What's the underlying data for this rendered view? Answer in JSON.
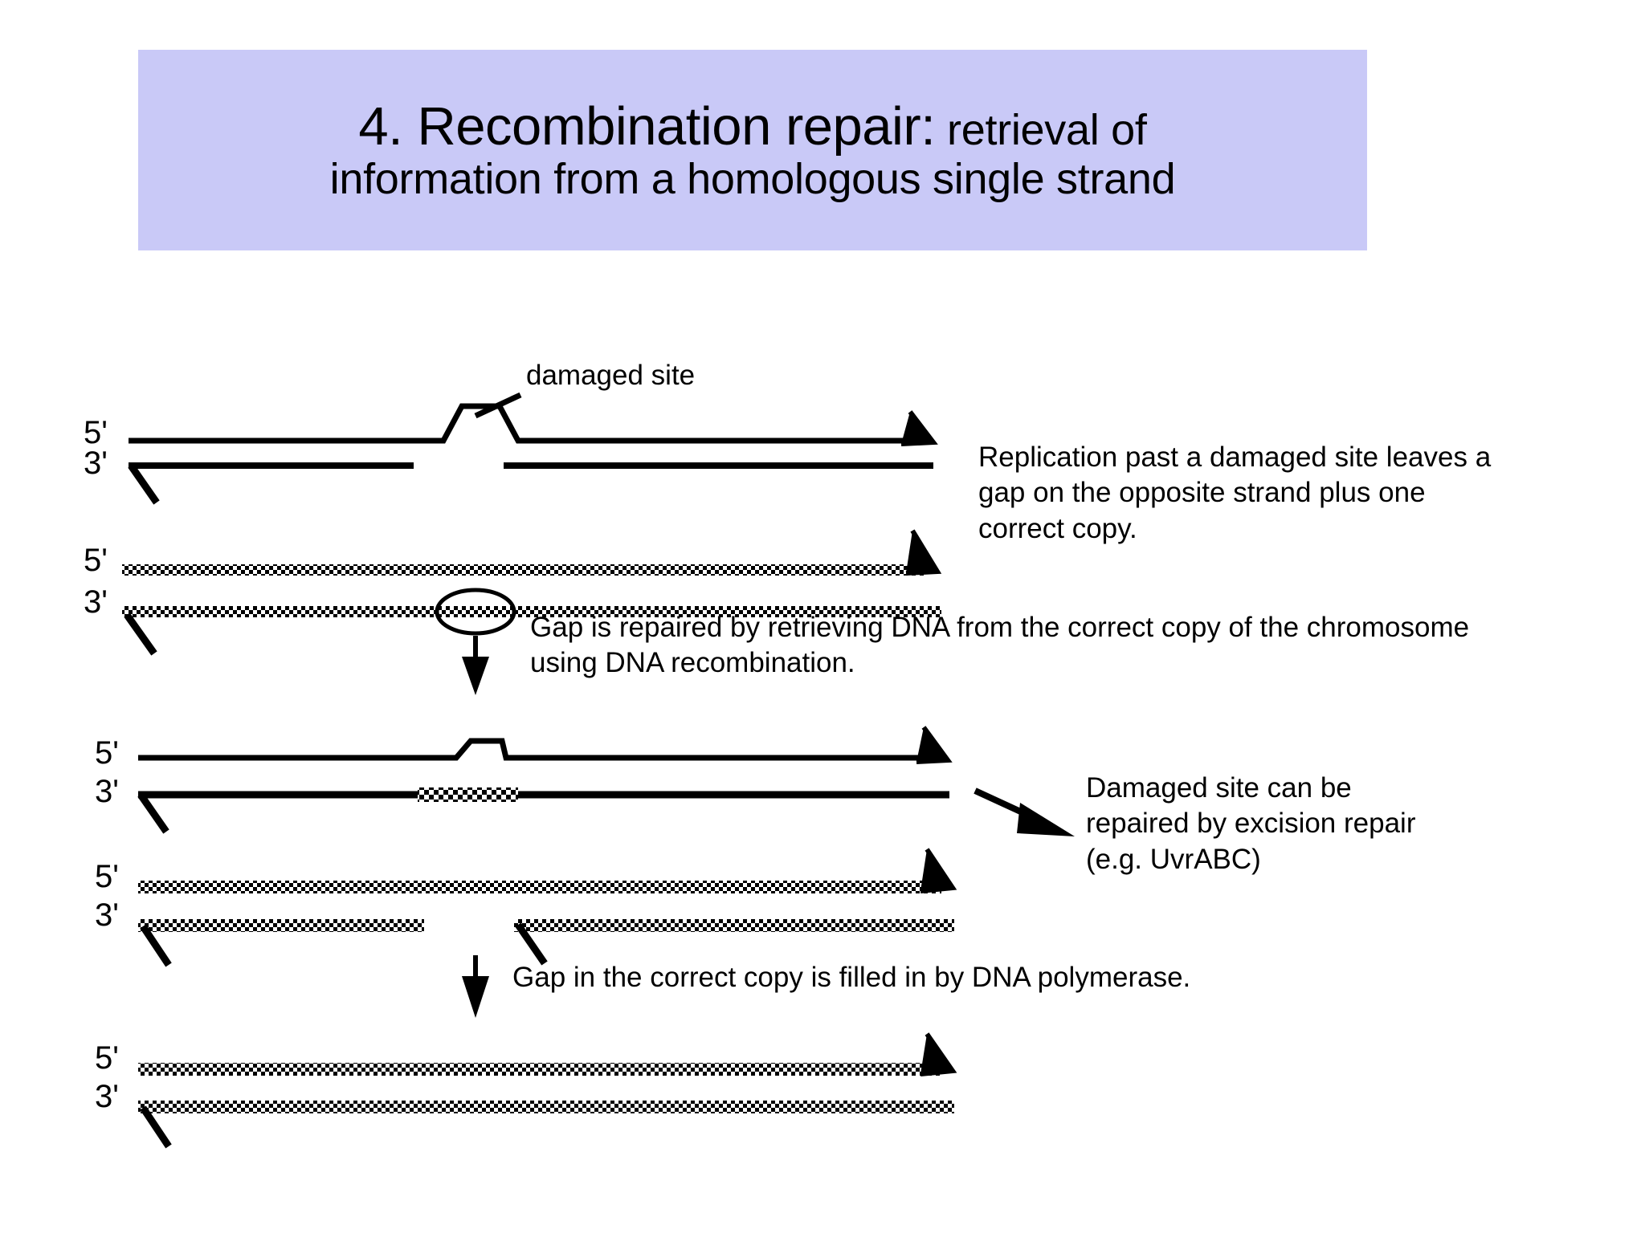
{
  "slide": {
    "background_color": "#FFFFFF",
    "title": {
      "banner_color": "#C9C9F7",
      "line1_main": "4. Recombination repair:",
      "line1_sub": " retrieval of",
      "line2": "information from a homologous single strand"
    }
  },
  "diagram": {
    "damaged_site_label": "damaged site",
    "end_labels": {
      "five_prime": "5'",
      "three_prime": "3'"
    },
    "stages": [
      {
        "name": "stage-1-after-replication",
        "top_strand": "plain-with-damage-bump-and-arrowhead",
        "bottom_strand": "plain-with-gap"
      },
      {
        "name": "stage-2-correct-copy",
        "top_strand": "hatched-with-arrowhead",
        "bottom_strand": "hatched-with-ellipse-marker"
      },
      {
        "name": "stage-3-after-recombination",
        "top_strand": "plain-with-damage-bump-and-arrowhead",
        "bottom_strand": "plain-with-hatched-patch"
      },
      {
        "name": "stage-4-donor-with-gap",
        "top_strand": "hatched-with-arrowhead",
        "bottom_strand": "hatched-with-gap"
      },
      {
        "name": "stage-5-repaired-duplex",
        "top_strand": "hatched-with-arrowhead",
        "bottom_strand": "hatched-full"
      }
    ]
  },
  "callouts": {
    "replication": "Replication past a damaged site leaves a\ngap on the opposite strand plus one\ncorrect copy.",
    "gap_repair": "Gap is repaired by retrieving DNA from the correct copy of the chromosome\nusing DNA recombination.",
    "excision": "Damaged site can be\nrepaired by excision repair\n(e.g. UvrABC)",
    "polymerase": "Gap in the correct copy is filled in by DNA polymerase."
  }
}
